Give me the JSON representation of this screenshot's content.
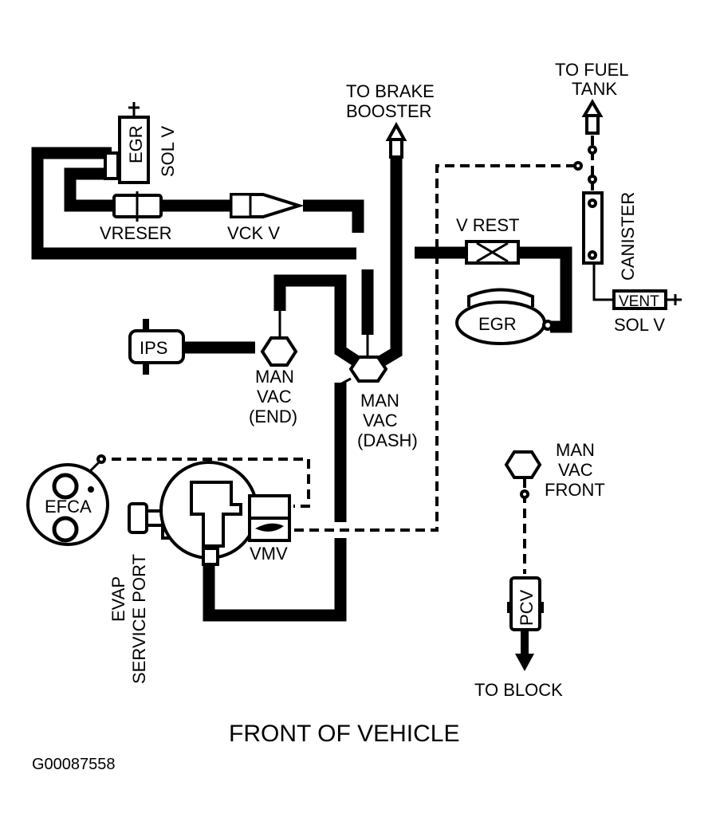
{
  "labels": {
    "brake_booster": [
      "TO BRAKE",
      "BOOSTER"
    ],
    "fuel_tank": [
      "TO FUEL",
      "TANK"
    ],
    "egr_sol_v_box": "EGR",
    "egr_sol_v": "SOL V",
    "vreser": "VRESER",
    "vck_v": "VCK V",
    "v_rest": "V REST",
    "canister": "CANISTER",
    "vent_box": "VENT",
    "vent_sol_v": "SOL V",
    "egr": "EGR",
    "ips": "IPS",
    "man_vac_end": [
      "MAN",
      "VAC",
      "(END)"
    ],
    "man_vac_dash": [
      "MAN",
      "VAC",
      "(DASH)"
    ],
    "man_vac_front": [
      "MAN",
      "VAC",
      "FRONT"
    ],
    "efca": "EFCA",
    "vmv": "VMV",
    "evap_service_port": [
      "EVAP",
      "SERVICE PORT"
    ],
    "pcv": "PCV",
    "to_block": "TO BLOCK",
    "front_of_vehicle": "FRONT OF VEHICLE",
    "figure_id": "G00087558"
  },
  "colors": {
    "line": "#000000",
    "background": "#ffffff"
  }
}
